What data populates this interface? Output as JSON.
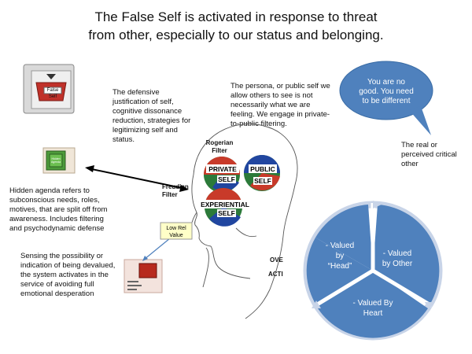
{
  "title": {
    "line1": "The False Self is activated in response to threat",
    "line2": "from other, especially to our status and belonging."
  },
  "false_self_box": {
    "label": "False Self"
  },
  "hidden_box": {
    "label": "Hidden Agenda"
  },
  "texts": {
    "defensive": [
      "The defensive",
      "justification of self,",
      "cognitive dissonance",
      "reduction, strategies for",
      "legitimizing self and",
      "status."
    ],
    "persona": [
      "The persona, or public self we",
      "allow others to see is not",
      "necessarily what we are",
      "feeling. We engage in private-",
      "to-public filtering."
    ],
    "hidden": [
      "Hidden agenda refers to",
      "subconscious needs, roles,",
      "motives, that are split off from",
      "awareness. Includes filtering",
      "and psychodynamic defense"
    ],
    "sensing": [
      "Sensing the possibility or",
      "indication of being devalued,",
      "the system activates in the",
      "service of avoiding full",
      "emotional desperation"
    ],
    "critical": [
      "The real or",
      "perceived critical",
      "other"
    ]
  },
  "filters": {
    "rogerian": [
      "Rogerian",
      "Filter"
    ],
    "freudian": [
      "Freudian",
      "Filter"
    ]
  },
  "head": {
    "private": [
      "PRIVATE",
      "SELF"
    ],
    "public": [
      "PUBLIC",
      "SELF"
    ],
    "experiential": [
      "EXPERIENTIAL",
      "SELF"
    ]
  },
  "low_rel": [
    "Low Rel",
    "Value"
  ],
  "fragments": {
    "ove": "OVE",
    "acti": "ACTI"
  },
  "callout": [
    "You are no",
    "good. You need",
    "to be different"
  ],
  "cycle": {
    "head": [
      "- Valued",
      "by",
      "“Head”"
    ],
    "other": [
      "- Valued",
      "by Other"
    ],
    "heart": [
      "- Valued By",
      "Heart"
    ]
  },
  "colors": {
    "blue": "#4f81bd",
    "blue_light": "#c8d4e8",
    "green": "#3a9a3a",
    "red": "#c83a2a"
  }
}
